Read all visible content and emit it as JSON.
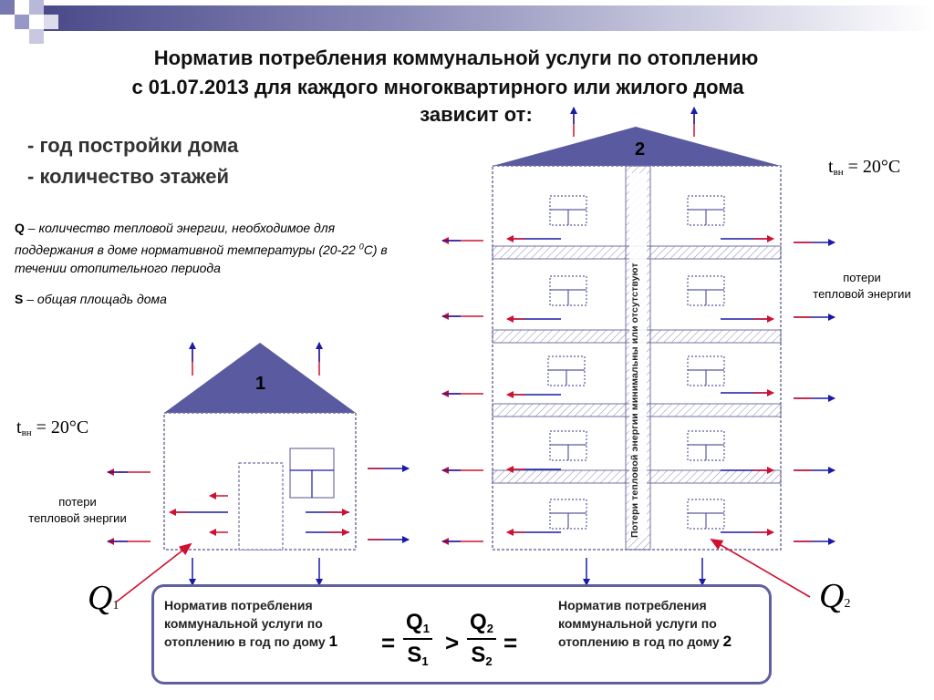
{
  "title": {
    "line1": "Норматив потребления коммунальной услуги по отоплению",
    "line2": "с 01.07.2013 для каждого многоквартирного или жилого дома",
    "line3": "зависит от:"
  },
  "bullets": [
    "- год постройки дома",
    "- количество этажей"
  ],
  "definitions": {
    "q_symbol": "Q",
    "q_text_1": " – количество тепловой энергии, необходимое для поддержания в доме нормативной температуры (20-22 ",
    "q_deg": "0",
    "q_text_2": "С) в течении отопительного периода",
    "s_symbol": "S",
    "s_text": " – общая площадь дома"
  },
  "house1": {
    "number": "1",
    "temp_t": "t",
    "temp_sub": "вн",
    "temp_eq": " = 20°C",
    "loss_label_1": "потери",
    "loss_label_2": "тепловой энергии",
    "q_label": "Q",
    "q_sub": "1"
  },
  "house2": {
    "number": "2",
    "temp_t": "t",
    "temp_sub": "вн",
    "temp_eq": " = 20°C",
    "loss_label_1": "потери",
    "loss_label_2": "тепловой энергии",
    "vertical_label": "Потери тепловой энергии минимальны или отсутствуют",
    "q_label": "Q",
    "q_sub": "2"
  },
  "norm_box": {
    "left_text": "Норматив потребления коммунальной услуги по отоплению в год по дому ",
    "left_num": "1",
    "right_text": "Норматив потребления коммунальной услуги по отоплению в год  по дому ",
    "right_num": "2",
    "eq1": "=",
    "gt": ">",
    "eq2": "=",
    "frac1_num": "Q",
    "frac1_num_sub": "1",
    "frac1_den": "S",
    "frac1_den_sub": "1",
    "frac2_num": "Q",
    "frac2_num_sub": "2",
    "frac2_den": "S",
    "frac2_den_sub": "2"
  },
  "colors": {
    "roof": "#5a5aa0",
    "arrow_blue": "#1a1aa8",
    "arrow_red": "#d01030",
    "wall_outline": "#7070a0",
    "box_border": "#6060a0"
  }
}
